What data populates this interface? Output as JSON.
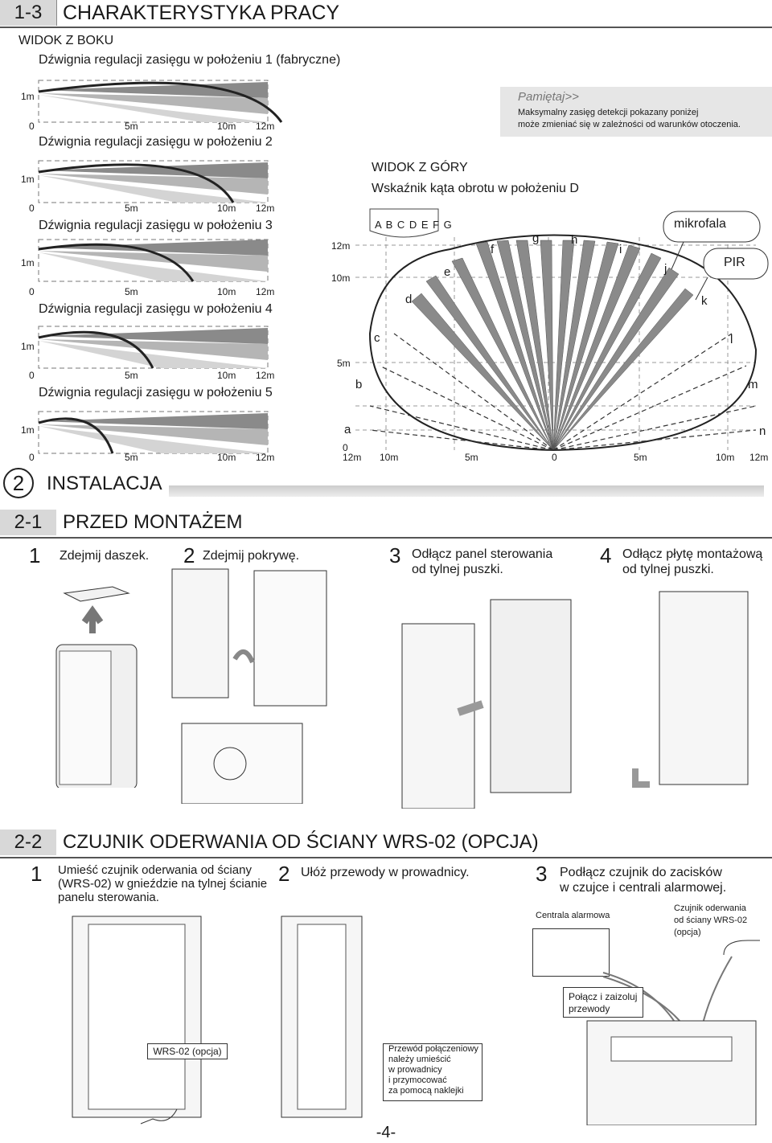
{
  "section13": {
    "num": "1-3",
    "title": "CHARAKTERYSTYKA PRACY"
  },
  "side_view": {
    "title": "WIDOK Z BOKU",
    "height_label": "1m",
    "scale": [
      "0",
      "5m",
      "10m",
      "12m"
    ],
    "levers": [
      "Dźwignia regulacji zasięgu w położeniu 1 (fabryczne)",
      "Dźwignia regulacji zasięgu w położeniu 2",
      "Dźwignia regulacji zasięgu w położeniu 3",
      "Dźwignia regulacji zasięgu w położeniu 4",
      "Dźwignia regulacji zasięgu w położeniu 5"
    ]
  },
  "note": {
    "title": "Pamiętaj>>",
    "line1": "Maksymalny zasięg detekcji pokazany poniżej",
    "line2": "może zmieniać się w zależności od warunków otoczenia."
  },
  "top_view": {
    "title": "WIDOK Z GÓRY",
    "subtitle": "Wskaźnik kąta obrotu w położeniu D",
    "dial": "A B C D E F G",
    "mikrofala": "mikrofala",
    "pir": "PIR",
    "zones": [
      "a",
      "b",
      "c",
      "d",
      "e",
      "f",
      "g",
      "h",
      "i",
      "j",
      "k",
      "l",
      "m",
      "n"
    ],
    "y_labels": [
      "12m",
      "10m",
      "5m",
      "0"
    ],
    "x_labels": [
      "12m",
      "10m",
      "5m",
      "0",
      "5m",
      "10m",
      "12m"
    ]
  },
  "section2": {
    "num": "2",
    "title": "INSTALACJA"
  },
  "section21": {
    "num": "2-1",
    "title": "PRZED MONTAŻEM",
    "steps": [
      {
        "num": "1",
        "text": "Zdejmij daszek."
      },
      {
        "num": "2",
        "text": "Zdejmij pokrywę."
      },
      {
        "num": "3",
        "line1": "Odłącz panel sterowania",
        "line2": "od tylnej puszki."
      },
      {
        "num": "4",
        "line1": "Odłącz płytę montażową",
        "line2": "od tylnej puszki."
      }
    ]
  },
  "section22": {
    "num": "2-2",
    "title": "CZUJNIK ODERWANIA OD ŚCIANY WRS-02 (OPCJA)",
    "steps": [
      {
        "num": "1",
        "line1": "Umieść czujnik oderwania od ściany",
        "line2": "(WRS-02) w gnieździe na tylnej ścianie",
        "line3": "panelu sterowania."
      },
      {
        "num": "2",
        "text": "Ułóż przewody w prowadnicy."
      },
      {
        "num": "3",
        "line1": "Podłącz czujnik do zacisków",
        "line2": "w czujce i centrali alarmowej."
      }
    ],
    "callouts": {
      "wrs": "WRS-02 (opcja)",
      "cable1": "Przewód połączeniowy",
      "cable2": "należy umieścić",
      "cable3": "w prowadnicy",
      "cable4": "i przymocować",
      "cable5": "za pomocą naklejki",
      "centrala": "Centrala alarmowa",
      "sensor1": "Czujnik oderwania",
      "sensor2": "od ściany WRS-02",
      "sensor3": "(opcja)",
      "connect1": "Połącz i zaizoluj",
      "connect2": "przewody"
    }
  },
  "page_number": "-4-"
}
